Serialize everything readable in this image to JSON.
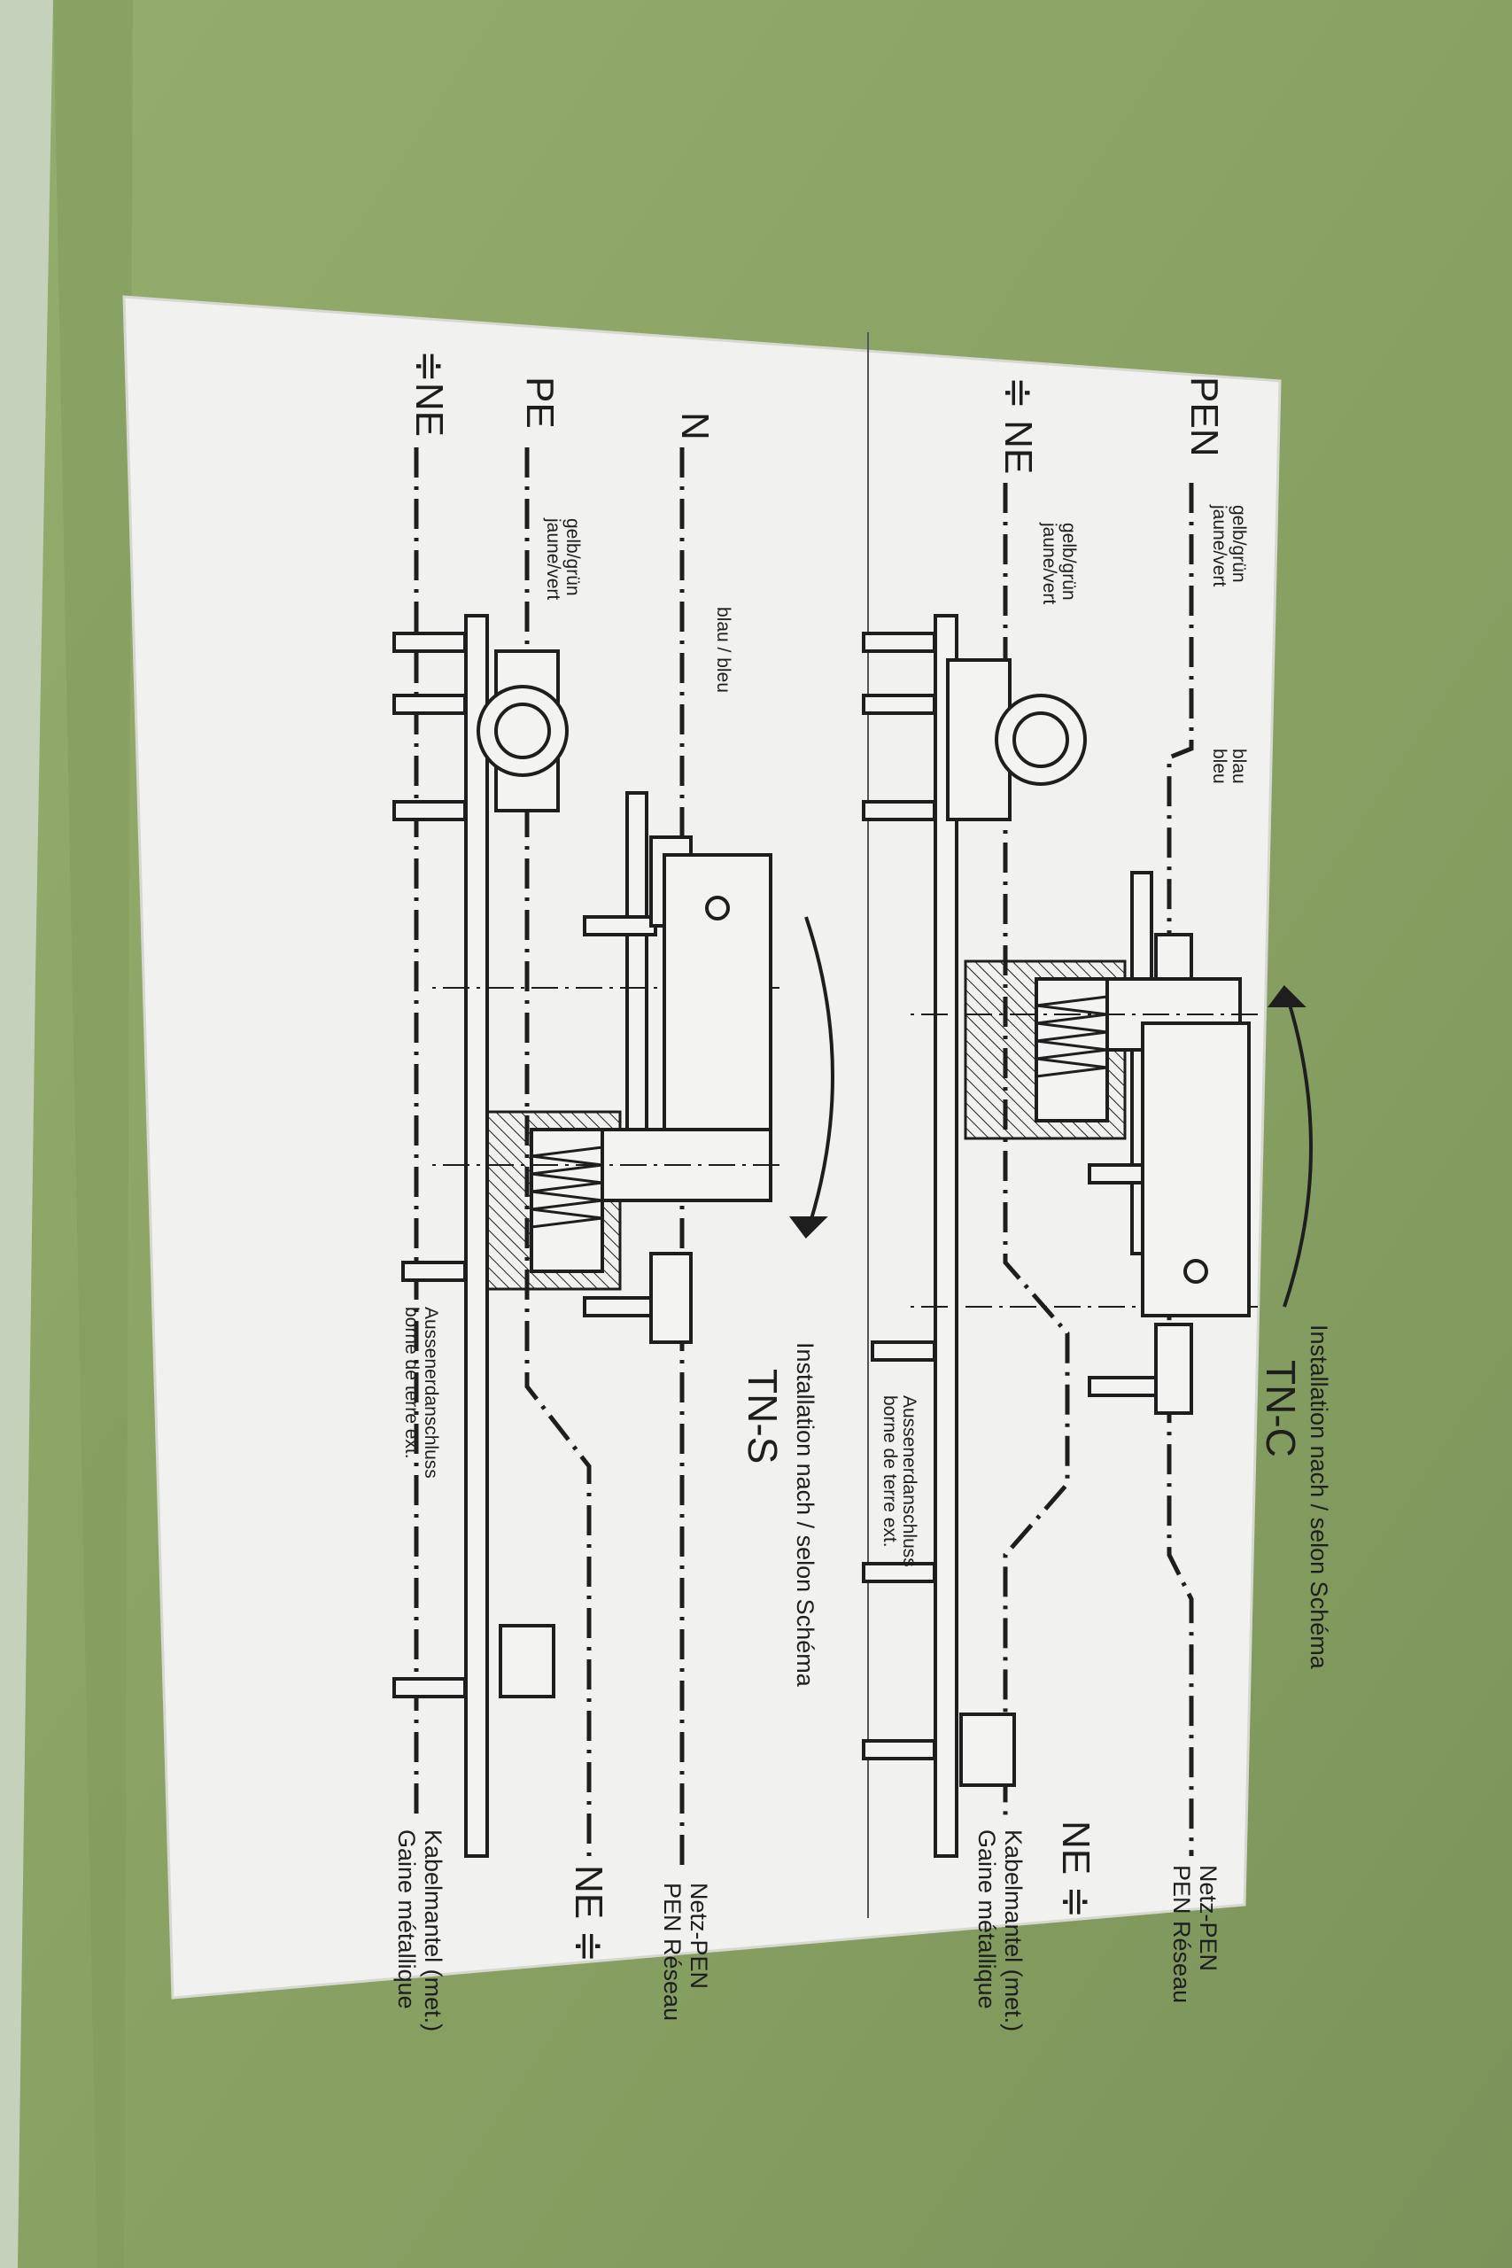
{
  "colors": {
    "background_green": "#8ea86a",
    "metal_edge": "#b9c9a6",
    "label_paper": "#f1f1ef",
    "ink": "#1e1e1e"
  },
  "upper_diagram": {
    "title": "TN-C",
    "scheme_caption": "Installation nach / selon Schéma",
    "left_labels": {
      "pen": "PEN",
      "ne": "≑ NE"
    },
    "wire_notes": {
      "color_de": "gelb/grün",
      "color_fr": "jaune/vert",
      "pen_color_de": "gelb/grün",
      "pen_color_fr": "jaune/vert",
      "blue_de": "blau",
      "blue_fr": "bleu"
    },
    "earth_terminal": {
      "de": "Aussenerdanschluss",
      "fr": "borne de terre ext."
    },
    "right_labels": {
      "netz_pen": "Netz-PEN",
      "pen_reseau": "PEN Réseau",
      "ne": "NE ≑",
      "kabelmantel": "Kabelmantel (met.)",
      "gaine": "Gaine métallique"
    }
  },
  "lower_diagram": {
    "title": "TN-S",
    "scheme_caption": "Installation nach / selon Schéma",
    "left_labels": {
      "n": "N",
      "pe": "PE",
      "ne": "≑NE"
    },
    "wire_notes": {
      "blue": "blau / bleu",
      "color_de": "gelb/grün",
      "color_fr": "jaune/vert"
    },
    "earth_terminal": {
      "de": "Aussenerdanschluss",
      "fr": "borne de terre ext."
    },
    "right_labels": {
      "netz_pen": "Netz-PEN",
      "pen_reseau": "PEN Réseau",
      "ne": "NE ≑",
      "kabelmantel": "Kabelmantel (met.)",
      "gaine": "Gaine métallique"
    }
  }
}
